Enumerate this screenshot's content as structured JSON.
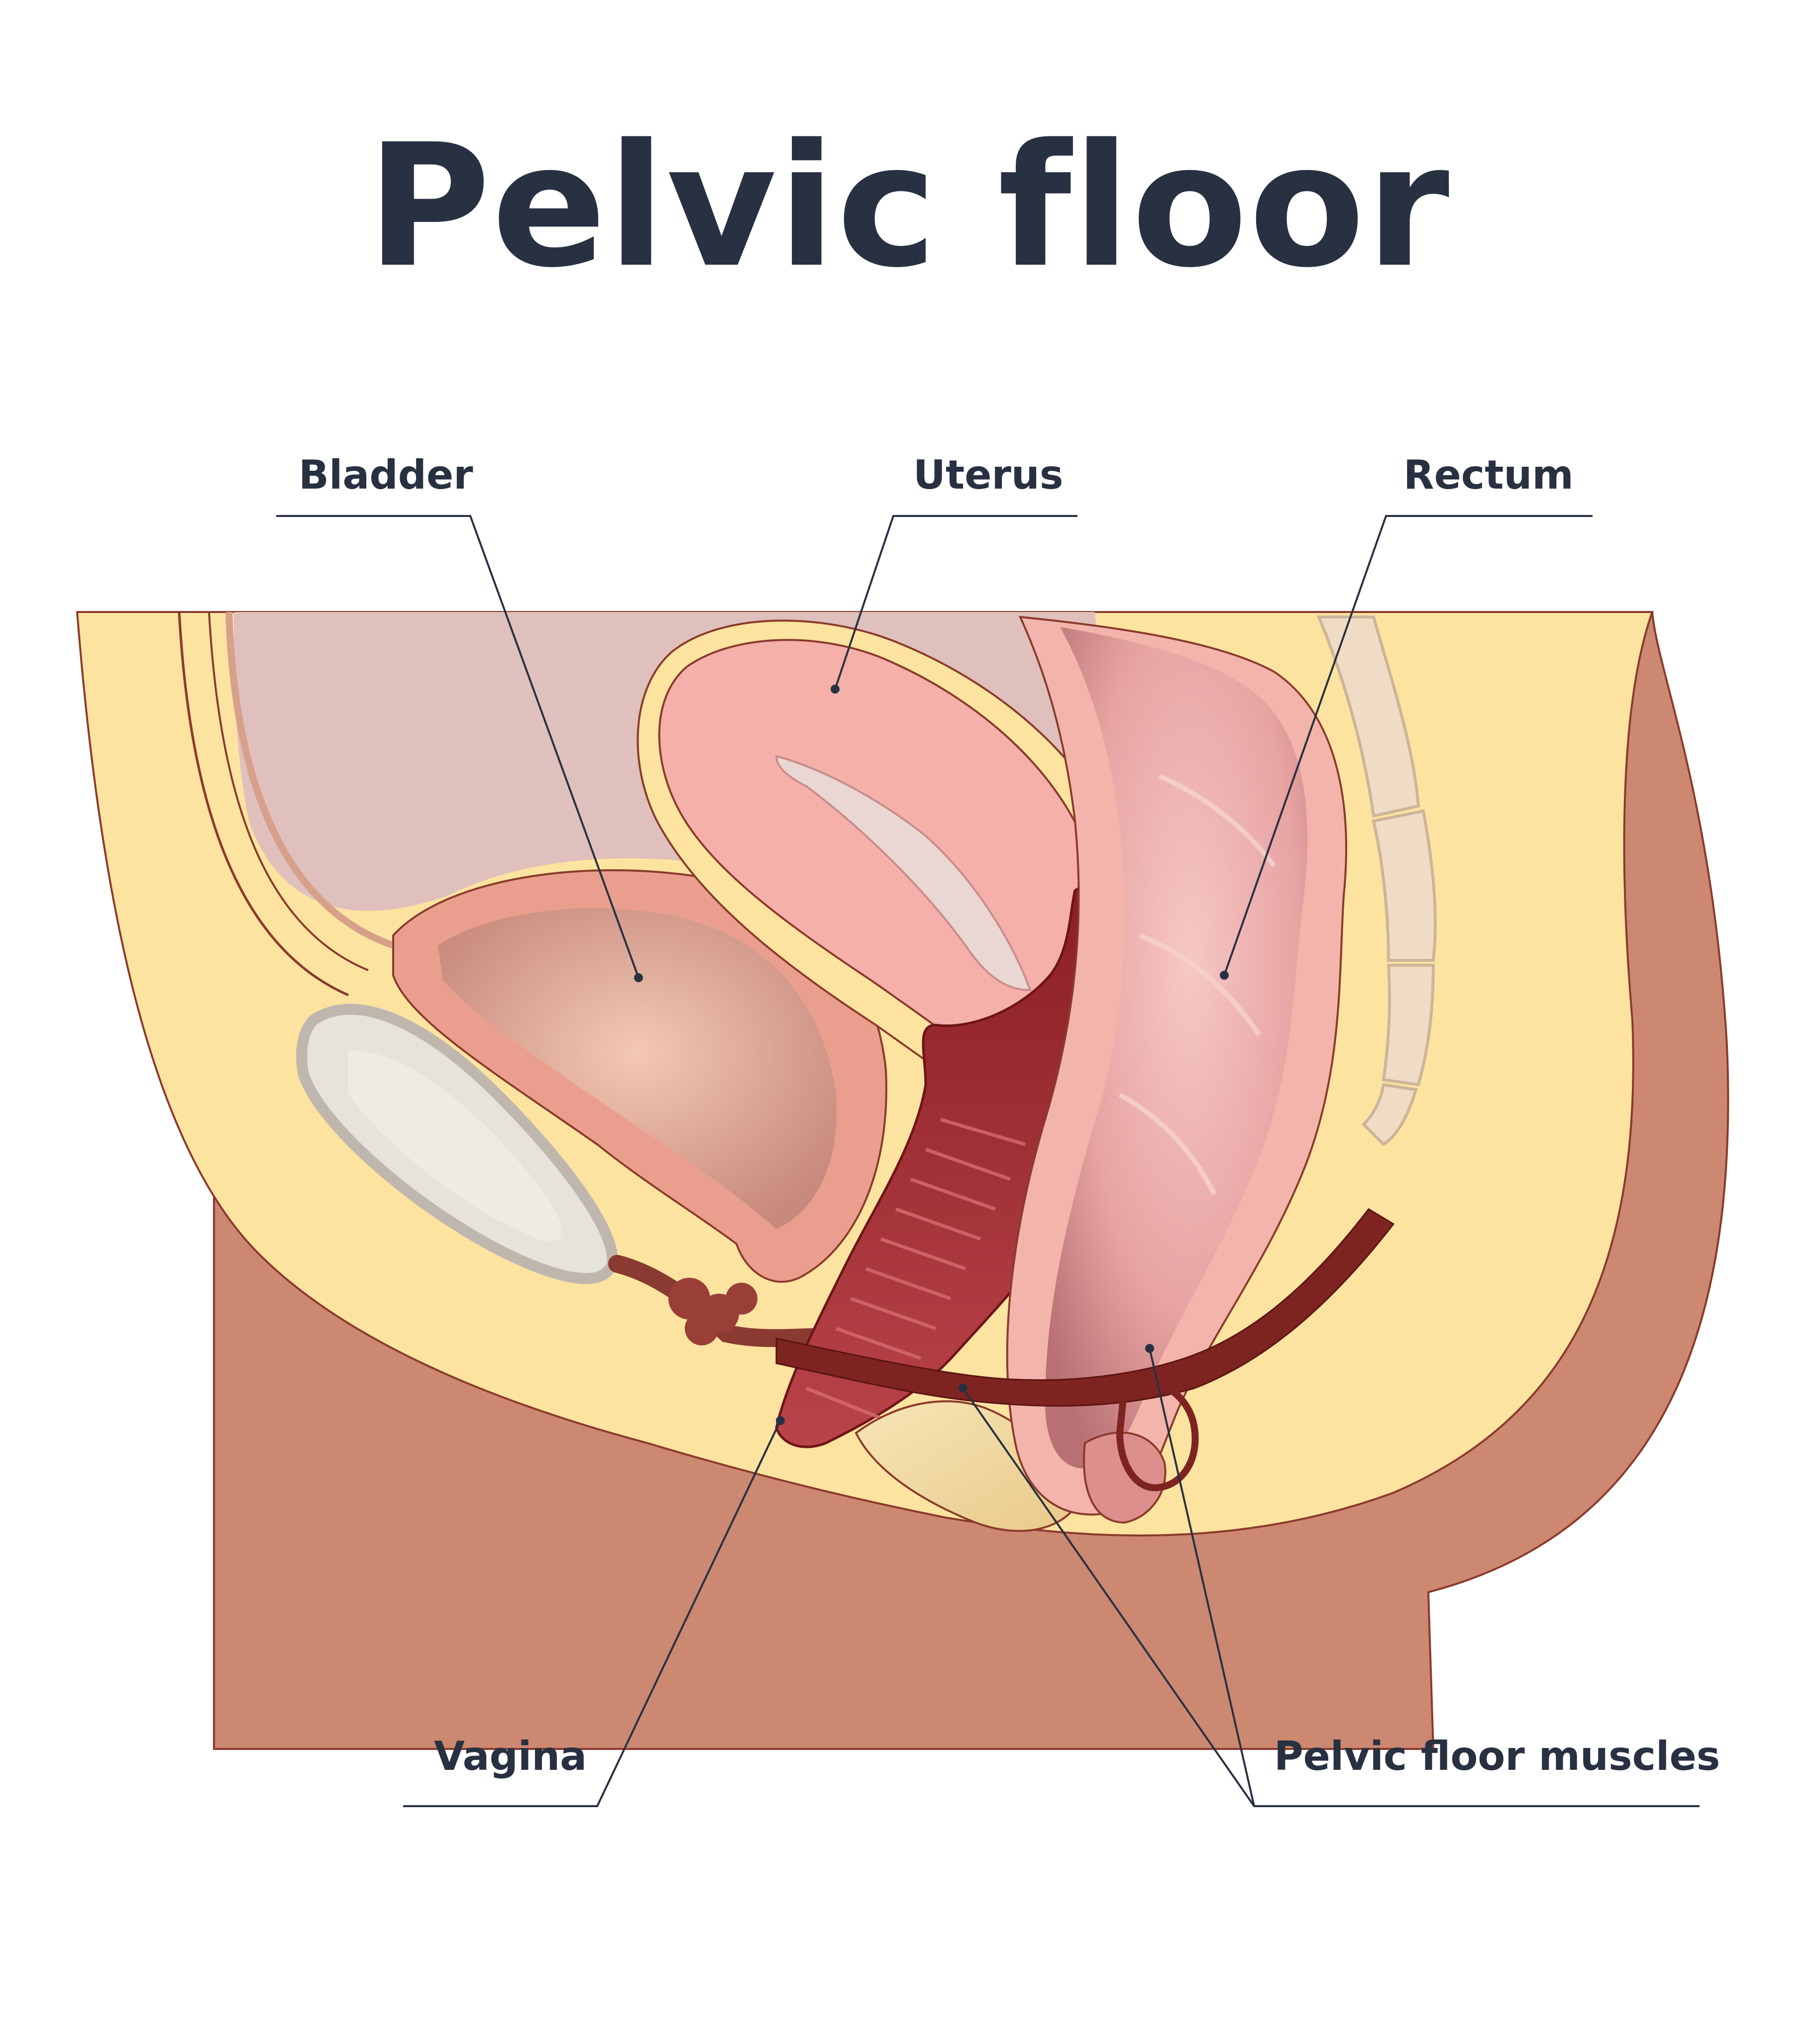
{
  "title": "Pelvic floor",
  "labels": {
    "bladder": "Bladder",
    "uterus": "Uterus",
    "rectum": "Rectum",
    "vagina": "Vagina",
    "pelvic_floor_muscles": "Pelvic floor muscles"
  },
  "colors": {
    "title_text": "#283142",
    "leader_line": "#283142",
    "skin": "#cc8870",
    "fat": "#fde3a0",
    "cavity": "#dfc0bc",
    "organ_pink": "#f5b5ae",
    "bladder_wall": "#ea9f8e",
    "vagina_canal": "#962a2c",
    "bone": "#f0dcc4",
    "pubic_bone": "#e6e2dc",
    "outline": "#8b3a2c"
  }
}
